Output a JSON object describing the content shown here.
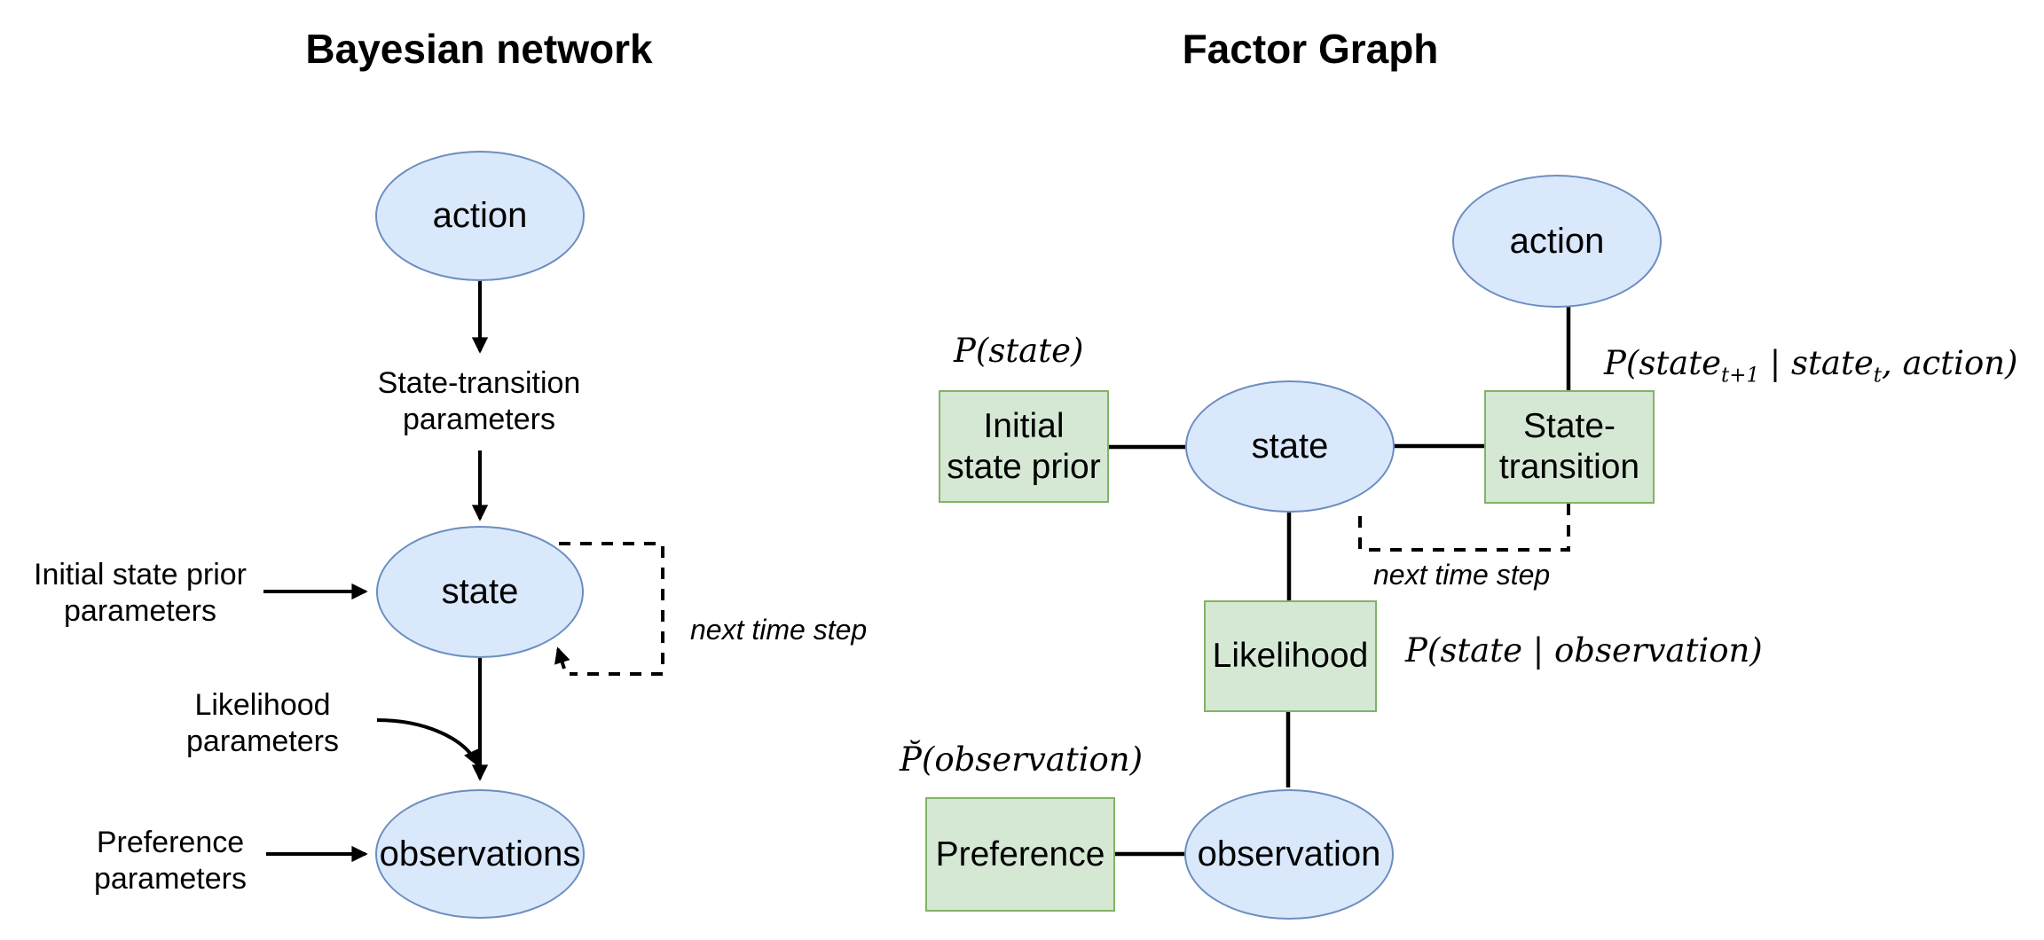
{
  "colors": {
    "node_fill": "#dae8fc",
    "node_stroke": "#6c8ebf",
    "factor_fill": "#d5e8d4",
    "factor_stroke": "#82b366",
    "line": "#000000",
    "bg": "#ffffff"
  },
  "bayesian_network": {
    "title": "Bayesian network",
    "nodes": {
      "action": "action",
      "state": "state",
      "observations": "observations"
    },
    "labels": {
      "state_transition": [
        "State-transition",
        "parameters"
      ],
      "initial_state_prior": [
        "Initial state prior",
        "parameters"
      ],
      "likelihood": [
        "Likelihood",
        "parameters"
      ],
      "preference": [
        "Preference",
        "parameters"
      ]
    },
    "next_time_step": "next time step"
  },
  "factor_graph": {
    "title": "Factor Graph",
    "nodes": {
      "action": "action",
      "state": "state",
      "observation": "observation"
    },
    "factors": {
      "initial_state_prior": [
        "Initial",
        "state prior"
      ],
      "state_transition": [
        "State-",
        "transition"
      ],
      "likelihood": "Likelihood",
      "preference": "Preference"
    },
    "next_time_step": "next time step",
    "math_labels": {
      "prior": [
        {
          "t": "P(state)"
        }
      ],
      "transition": [
        {
          "t": "P(state"
        },
        {
          "t": "t+1",
          "sub": true
        },
        {
          "t": " | state"
        },
        {
          "t": "t",
          "sub": true
        },
        {
          "t": ", action)"
        }
      ],
      "likelihood": [
        {
          "t": "P(state | observation)"
        }
      ],
      "preference": [
        {
          "t": "P̆(observation)"
        }
      ]
    }
  }
}
